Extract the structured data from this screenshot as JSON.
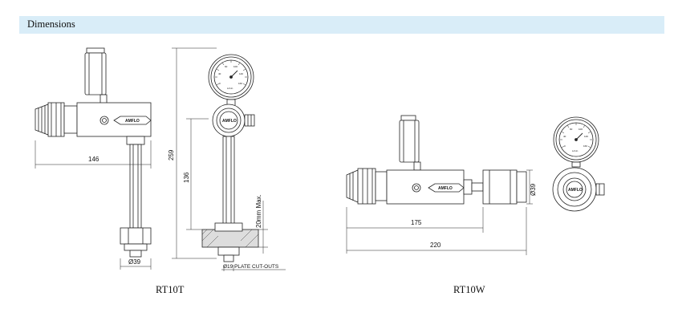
{
  "header": {
    "title": "Dimensions"
  },
  "models": {
    "left": {
      "caption": "RT10T",
      "dims": {
        "width_146": "146",
        "height_259": "259",
        "height_136": "136",
        "max_20": "20mm Max.",
        "dia_39": "Ø39",
        "plate_cutouts": "Ø19 PLATE CUT-OUTS"
      },
      "brand": "AMFLO"
    },
    "right": {
      "caption": "RT10W",
      "dims": {
        "width_175": "175",
        "width_220": "220",
        "dia_39": "Ø39"
      },
      "brand": "AMFLO"
    }
  },
  "gauge_scale": [
    "0",
    "20",
    "40",
    "60",
    "80",
    "100",
    "120",
    "140",
    "160"
  ],
  "gauge_unit": "L/min"
}
